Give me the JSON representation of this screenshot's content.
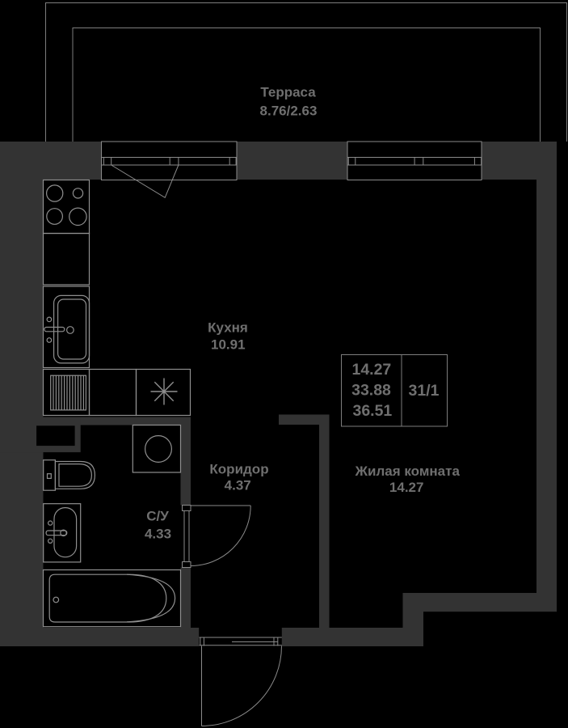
{
  "title": "Floor plan of studio apartment",
  "palette": {
    "background": "#000000",
    "wall_fill": "#333333",
    "line": "#8a8a8a",
    "text": "#6f6f6f"
  },
  "rooms": {
    "terrace": {
      "name": "Терраса",
      "area": "8.76/2.63"
    },
    "kitchen": {
      "name": "Кухня",
      "area": "10.91"
    },
    "corridor": {
      "name": "Коридор",
      "area": "4.37"
    },
    "bathroom": {
      "name": "С/У",
      "area": "4.33"
    },
    "living": {
      "name": "Жилая комната",
      "area": "14.27"
    }
  },
  "info_box": {
    "living_area": "14.27",
    "total_area": "33.88",
    "total_with_terrace": "36.51",
    "unit_number": "31/1"
  },
  "icons": [
    "stove-icon",
    "kitchen-sink-icon",
    "appliance-hatch-icon",
    "asterisk-symbol-icon",
    "washing-machine-icon",
    "toilet-icon",
    "washbasin-icon",
    "bathtub-icon",
    "window-icon",
    "door-swing-icon"
  ]
}
